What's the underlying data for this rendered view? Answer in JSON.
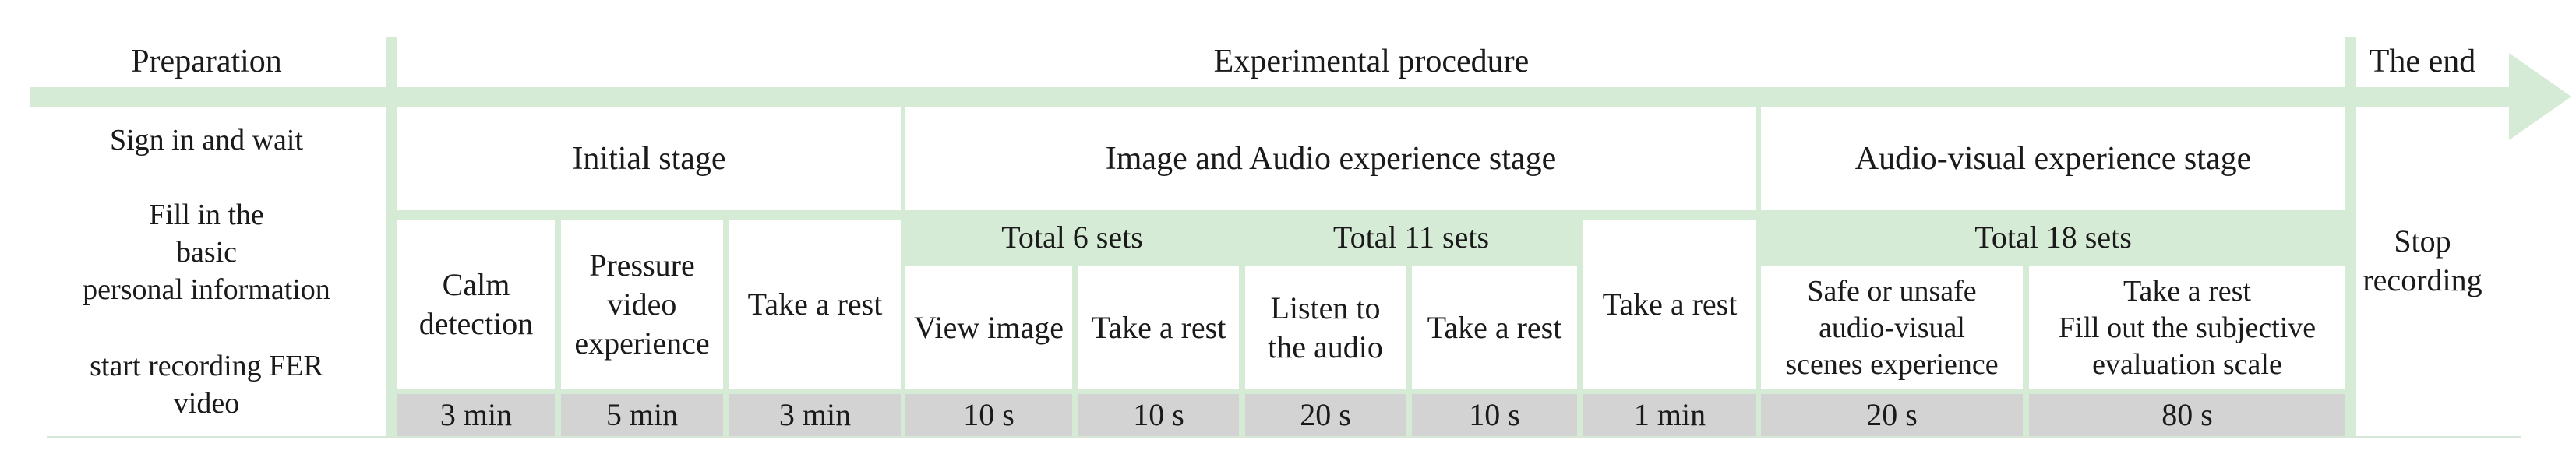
{
  "headers": {
    "preparation": "Preparation",
    "procedure": "Experimental procedure",
    "end": "The end"
  },
  "preparation_steps": [
    "Sign in and wait",
    "Fill in the\nbasic\npersonal information",
    "start recording FER\nvideo"
  ],
  "stages": [
    "Initial stage",
    "Image and Audio experience stage",
    "Audio-visual experience stage"
  ],
  "set_groups": [
    "Total 6 sets",
    "Total 11 sets",
    "Total 18 sets"
  ],
  "steps": [
    {
      "label": "Calm\ndetection",
      "duration": "3 min"
    },
    {
      "label": "Pressure\nvideo\nexperience",
      "duration": "5 min"
    },
    {
      "label": "Take a rest",
      "duration": "3 min"
    },
    {
      "label": "View image",
      "duration": "10 s"
    },
    {
      "label": "Take a rest",
      "duration": "10 s"
    },
    {
      "label": "Listen to\nthe audio",
      "duration": "20 s"
    },
    {
      "label": "Take a rest",
      "duration": "10 s"
    },
    {
      "label": "Take a rest",
      "duration": "1 min"
    },
    {
      "label": "Safe or unsafe\naudio-visual\nscenes experience",
      "duration": "20 s"
    },
    {
      "label": "Take a rest\nFill out the subjective\nevaluation scale",
      "duration": "80 s"
    }
  ],
  "end_step": "Stop\nrecording",
  "colors": {
    "frame": "#d5ebd6",
    "duration_bar": "#d3d3d3"
  }
}
